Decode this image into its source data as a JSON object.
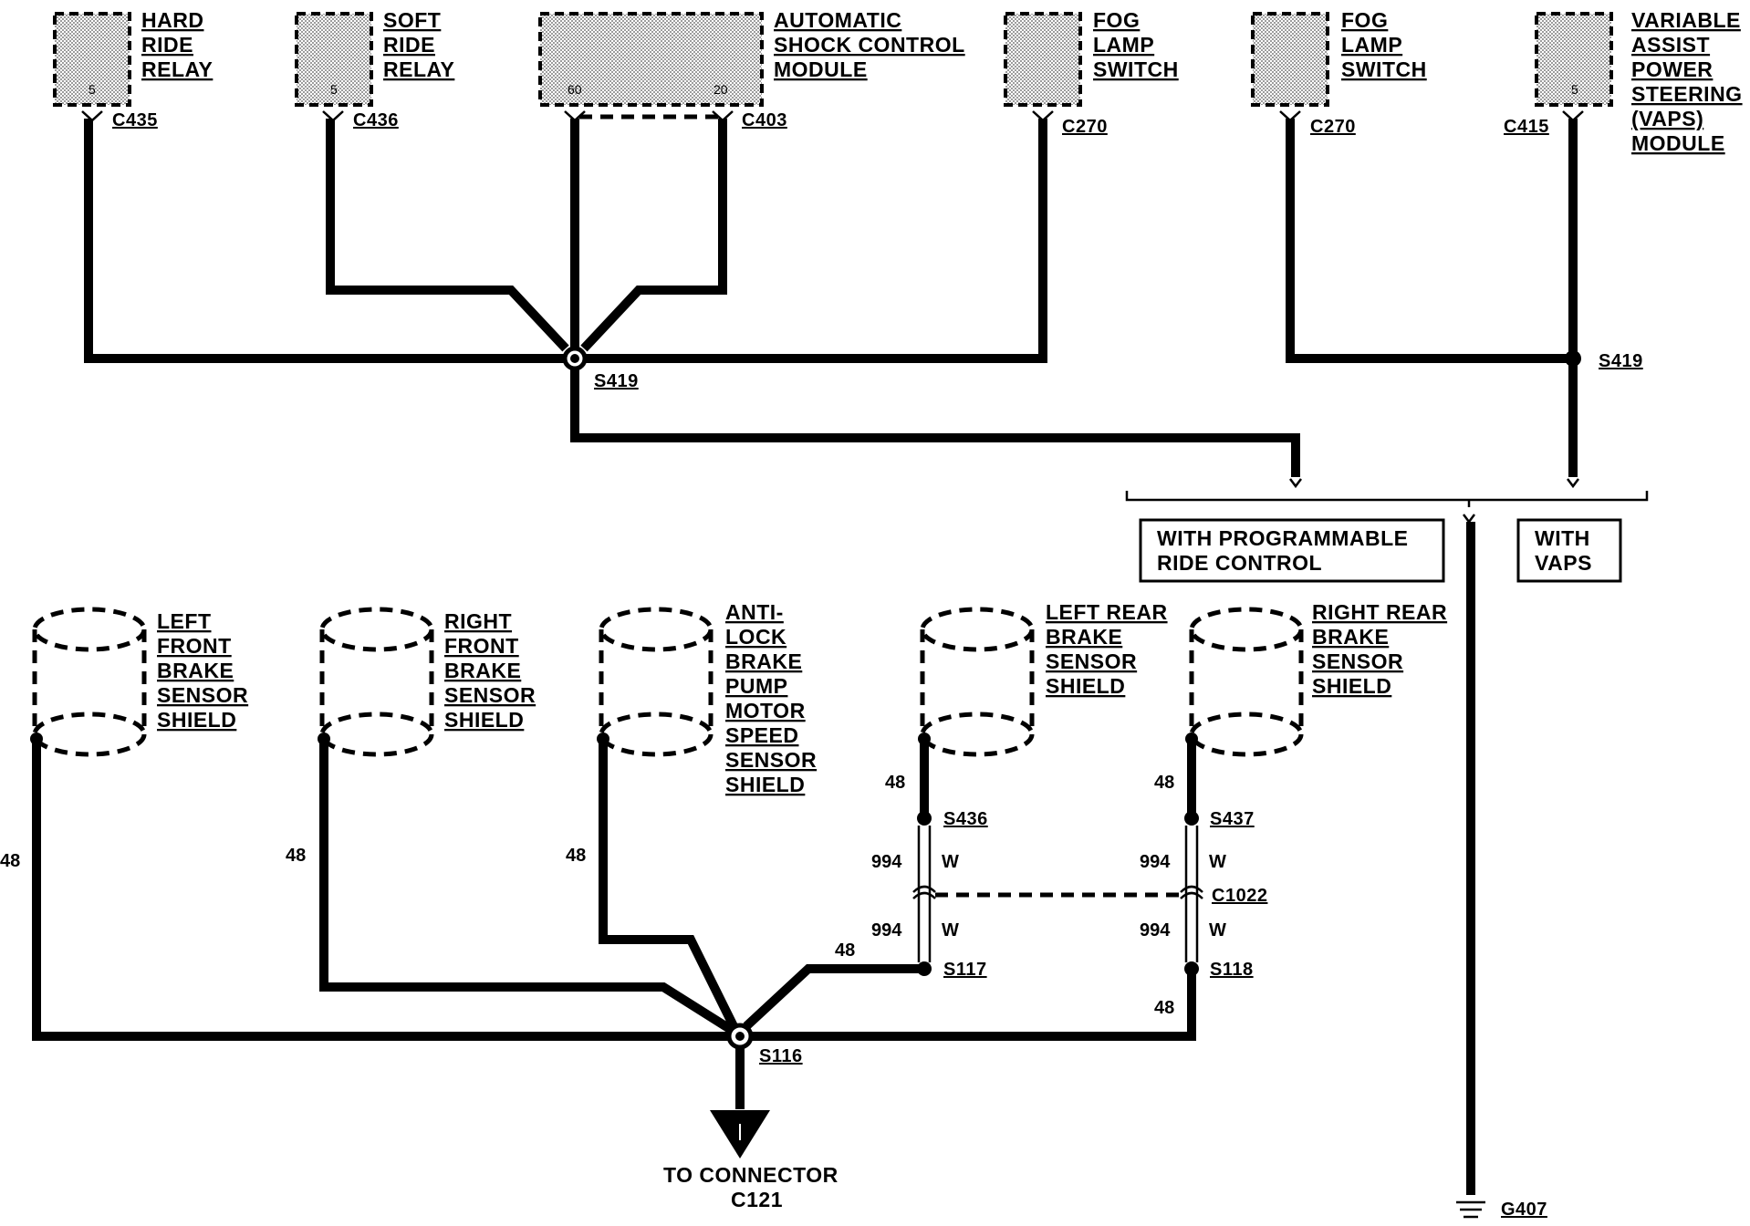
{
  "components": {
    "hard_ride_relay": [
      "HARD",
      "RIDE",
      "RELAY"
    ],
    "soft_ride_relay": [
      "SOFT",
      "RIDE",
      "RELAY"
    ],
    "shock_module": [
      "AUTOMATIC",
      "SHOCK CONTROL",
      "MODULE"
    ],
    "fog_lamp_switch_1": [
      "FOG",
      "LAMP",
      "SWITCH"
    ],
    "fog_lamp_switch_2": [
      "FOG",
      "LAMP",
      "SWITCH"
    ],
    "vaps_module": [
      "VARIABLE",
      "ASSIST",
      "POWER",
      "STEERING",
      "(VAPS)",
      "MODULE"
    ],
    "left_front_shield": [
      "LEFT",
      "FRONT",
      "BRAKE",
      "SENSOR",
      "SHIELD"
    ],
    "right_front_shield": [
      "RIGHT",
      "FRONT",
      "BRAKE",
      "SENSOR",
      "SHIELD"
    ],
    "abs_shield": [
      "ANTI-",
      "LOCK",
      "BRAKE",
      "PUMP",
      "MOTOR",
      "SPEED",
      "SENSOR",
      "SHIELD"
    ],
    "left_rear_shield": [
      "LEFT REAR",
      "BRAKE",
      "SENSOR",
      "SHIELD"
    ],
    "right_rear_shield": [
      "RIGHT REAR",
      "BRAKE",
      "SENSOR",
      "SHIELD"
    ]
  },
  "pins": {
    "hard_ride": "5",
    "soft_ride": "5",
    "shock_a": "60",
    "shock_b": "20",
    "vaps": "5"
  },
  "connectors": {
    "c435": "C435",
    "c436": "C436",
    "c403": "C403",
    "c270_a": "C270",
    "c270_b": "C270",
    "c415": "C415",
    "c1022": "C1022"
  },
  "splices": {
    "s419_a": "S419",
    "s419_b": "S419",
    "s116": "S116",
    "s436": "S436",
    "s437": "S437",
    "s117": "S117",
    "s118": "S118"
  },
  "options": {
    "programmable": [
      "WITH PROGRAMMABLE",
      "RIDE CONTROL"
    ],
    "vaps": [
      "WITH",
      "VAPS"
    ]
  },
  "wires": {
    "w48": "48",
    "w994": "994",
    "color_w": "W"
  },
  "destination": [
    "TO CONNECTOR",
    "C121"
  ],
  "ground": "G407"
}
